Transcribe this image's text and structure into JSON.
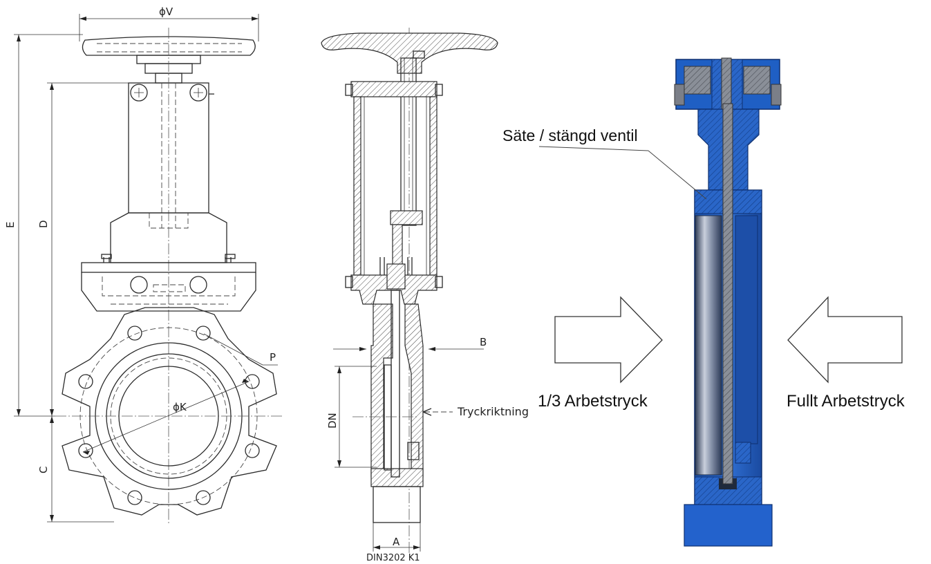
{
  "front_view": {
    "dim_v": "ϕV",
    "dim_e": "E",
    "dim_d": "D",
    "dim_c": "C",
    "dim_k": "ϕK",
    "dim_p": "P"
  },
  "side_view": {
    "dim_b": "B",
    "dim_dn": "DN",
    "dim_a": "A",
    "flow_label": "Tryckriktning",
    "standard_label": "DIN3202  K1"
  },
  "section_view": {
    "seat_label": "Säte / stängd ventil",
    "left_pressure_label": "1/3 Arbetstryck",
    "right_pressure_label": "Fullt Arbetstryck",
    "body_color": "#1f5fc4"
  }
}
